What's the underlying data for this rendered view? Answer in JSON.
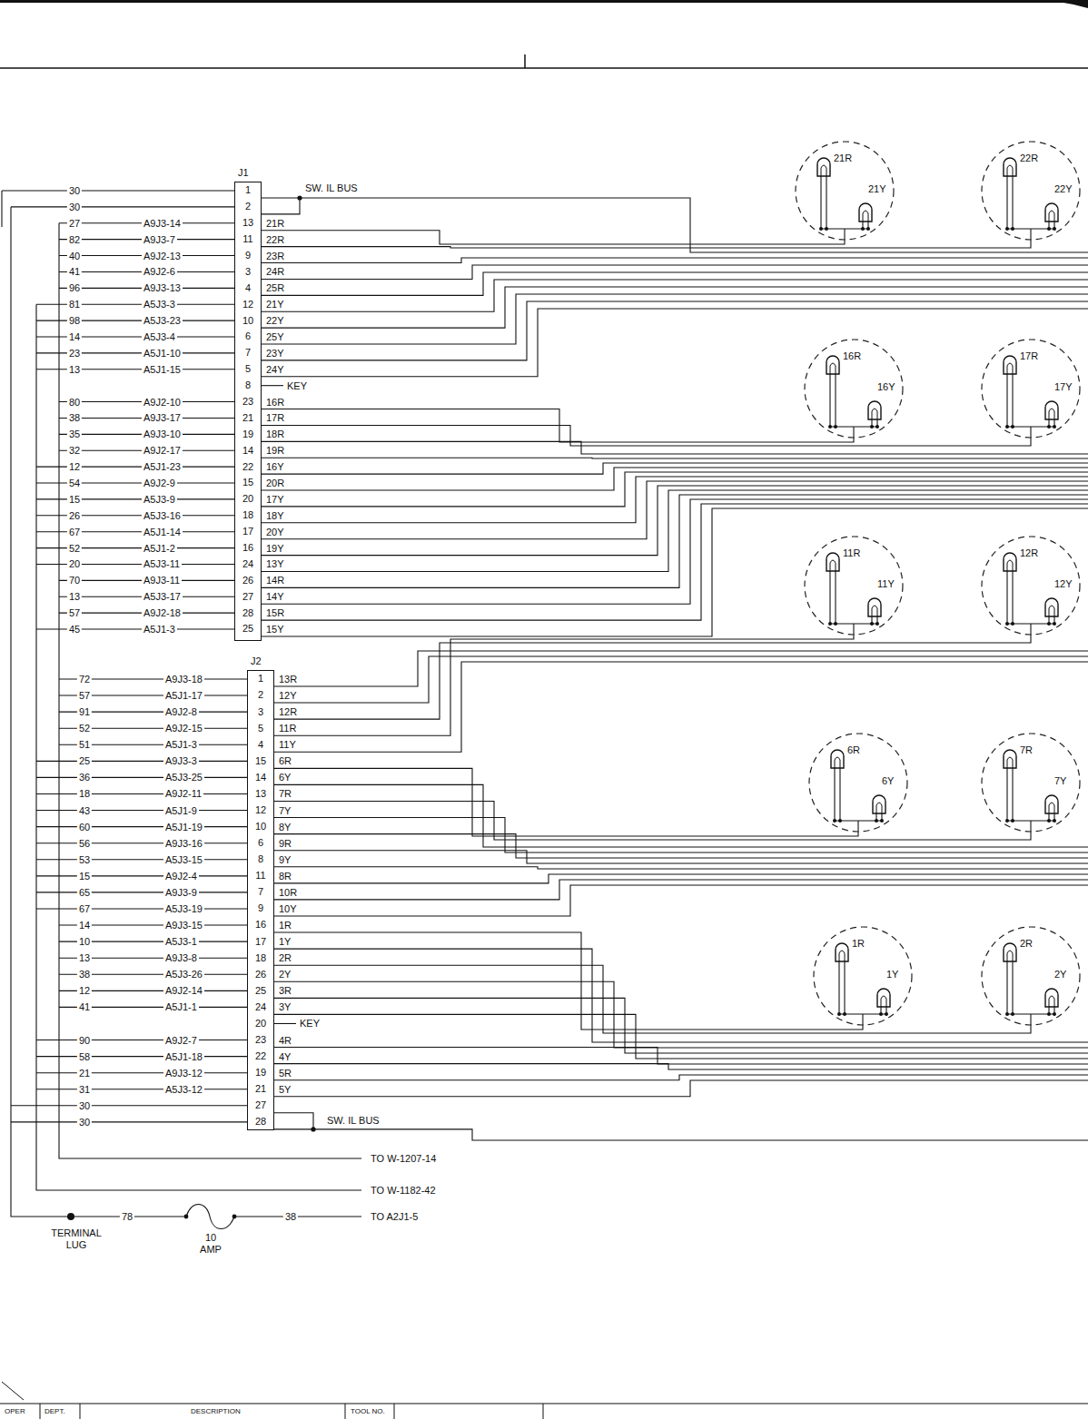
{
  "diagram": {
    "nodes": [
      {
        "text": [
          "J1",
          "1",
          "2",
          "13",
          "11",
          "9",
          "3",
          "4",
          "12",
          "10",
          "6",
          "7",
          "5",
          "8",
          "23",
          "21",
          "19",
          "14",
          "22",
          "15",
          "20",
          "18",
          "17",
          "16",
          "24",
          "26",
          "27",
          "28",
          "25"
        ]
      },
      {
        "text": [
          "21R",
          "21Y"
        ]
      },
      {
        "text": [
          "22R",
          "22Y"
        ]
      },
      {
        "text": [
          "16R",
          "16Y"
        ]
      },
      {
        "text": [
          "17R",
          "17Y"
        ]
      },
      {
        "text": [
          "11R",
          "11Y"
        ]
      },
      {
        "text": [
          "12R",
          "12Y"
        ]
      },
      {
        "text": [
          "J2",
          "1",
          "2",
          "3",
          "5",
          "4",
          "15",
          "14",
          "13",
          "12",
          "10",
          "6",
          "8",
          "11",
          "7",
          "9",
          "16",
          "17",
          "18",
          "26",
          "25",
          "24",
          "20",
          "23",
          "22",
          "19",
          "21",
          "27",
          "28"
        ]
      },
      {
        "text": [
          "6R",
          "6Y"
        ]
      },
      {
        "text": [
          "7R",
          "7Y"
        ]
      },
      {
        "text": [
          "1R",
          "1Y"
        ]
      },
      {
        "text": [
          "2R",
          "2Y"
        ]
      }
    ],
    "edges": [
      {
        "from": 0,
        "to": 1,
        "arrow": "none"
      },
      {
        "from": 0,
        "to": 2,
        "arrow": "none"
      },
      {
        "from": 0,
        "to": 3,
        "arrow": "none"
      },
      {
        "from": 0,
        "to": 4,
        "arrow": "none"
      },
      {
        "from": 7,
        "to": 5,
        "arrow": "none"
      },
      {
        "from": 7,
        "to": 6,
        "arrow": "none"
      },
      {
        "from": 7,
        "to": 8,
        "arrow": "none"
      },
      {
        "from": 7,
        "to": 9,
        "arrow": "none"
      },
      {
        "from": 7,
        "to": 10,
        "arrow": "none"
      },
      {
        "from": 7,
        "to": 11,
        "arrow": "none"
      }
    ],
    "labels": [
      "SW. IL BUS",
      "30",
      "30",
      "27",
      "A9J3-14",
      "21R",
      "82",
      "A9J3-7",
      "22R",
      "40",
      "A9J2-13",
      "23R",
      "41",
      "A9J2-6",
      "24R",
      "96",
      "A9J3-13",
      "25R",
      "81",
      "A5J3-3",
      "21Y",
      "98",
      "A5J3-23",
      "22Y",
      "14",
      "A5J3-4",
      "25Y",
      "23",
      "A5J1-10",
      "23Y",
      "13",
      "A5J1-15",
      "24Y",
      "KEY",
      "80",
      "A9J2-10",
      "16R",
      "38",
      "A9J3-17",
      "17R",
      "35",
      "A9J3-10",
      "18R",
      "32",
      "A9J2-17",
      "19R",
      "12",
      "A5J1-23",
      "16Y",
      "54",
      "A9J2-9",
      "20R",
      "15",
      "A5J3-9",
      "17Y",
      "26",
      "A5J3-16",
      "18Y",
      "67",
      "A5J1-14",
      "20Y",
      "52",
      "A5J1-2",
      "19Y",
      "20",
      "A5J3-11",
      "13Y",
      "70",
      "A9J3-11",
      "14R",
      "13",
      "A5J3-17",
      "14Y",
      "57",
      "A9J2-18",
      "15R",
      "45",
      "A5J1-3",
      "15Y",
      "72",
      "A9J3-18",
      "13R",
      "57",
      "A5J1-17",
      "12Y",
      "91",
      "A9J2-8",
      "12R",
      "52",
      "A9J2-15",
      "11R",
      "51",
      "A5J1-3",
      "11Y",
      "25",
      "A9J3-3",
      "6R",
      "36",
      "A5J3-25",
      "6Y",
      "18",
      "A9J2-11",
      "7R",
      "43",
      "A5J1-9",
      "7Y",
      "60",
      "A5J1-19",
      "8Y",
      "56",
      "A9J3-16",
      "9R",
      "53",
      "A5J3-15",
      "9Y",
      "15",
      "A9J2-4",
      "8R",
      "65",
      "A9J3-9",
      "10R",
      "67",
      "A5J3-19",
      "10Y",
      "14",
      "A9J3-15",
      "1R",
      "10",
      "A5J3-1",
      "1Y",
      "13",
      "A9J3-8",
      "2R",
      "38",
      "A5J3-26",
      "2Y",
      "12",
      "A9J2-14",
      "3R",
      "41",
      "A5J1-1",
      "3Y",
      "KEY",
      "90",
      "A9J2-7",
      "4R",
      "58",
      "A5J1-18",
      "4Y",
      "21",
      "A9J3-12",
      "5R",
      "31",
      "A5J3-12",
      "5Y",
      "30",
      "SW. IL BUS",
      "30",
      "TO W-1207-14",
      "TO W-1182-42",
      "78",
      "38",
      "TO A2J1-5",
      "TERMINAL LUG",
      "10 AMP",
      "OPER",
      "DEPT.",
      "DESCRIPTION",
      "TOOL NO."
    ]
  }
}
